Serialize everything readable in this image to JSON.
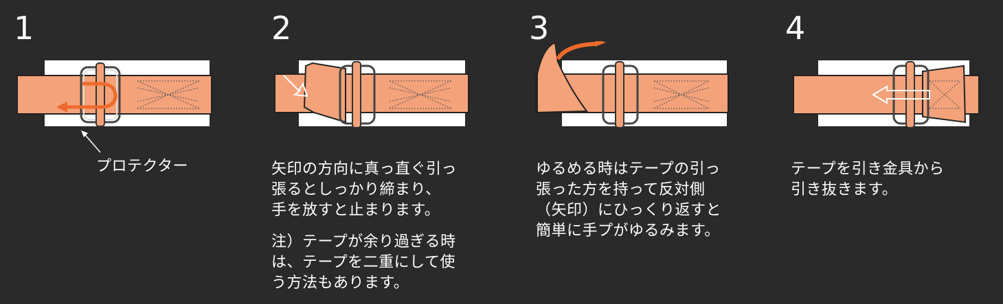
{
  "steps": [
    {
      "number": "1",
      "label": "プロテクター"
    },
    {
      "number": "2",
      "text": "矢印の方向に真っ直ぐ引っ\n張るとしっかり締まり、\n手を放すと止まります。",
      "note": "注）テープが余り過ぎる時\nは、テープを二重にして使\nう方法もあります。"
    },
    {
      "number": "3",
      "text": "ゆるめる時はテープの引っ\n張った方を持って反対側\n（矢印）にひっくり返すと\n簡単に手プがゆるみます。"
    },
    {
      "number": "4",
      "text": "テープを引き金具から\n引き抜きます。"
    }
  ],
  "colors": {
    "background": "#2a2a2a",
    "tape": "#f4a27a",
    "arrow": "#ee6a2c",
    "protector": "#ffffff"
  }
}
